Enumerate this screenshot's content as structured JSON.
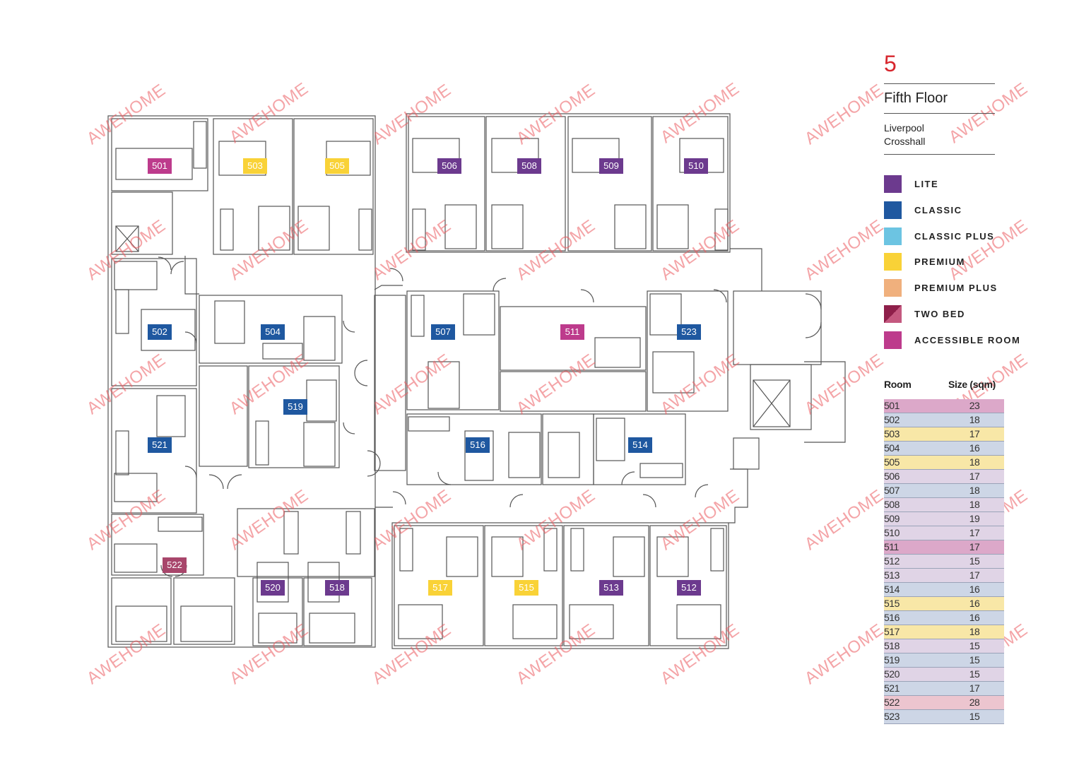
{
  "floor": {
    "number": "5",
    "name": "Fifth Floor",
    "location_line1": "Liverpool",
    "location_line2": "Crosshall"
  },
  "legend": [
    {
      "label": "LITE",
      "color": "#6c3a8e"
    },
    {
      "label": "CLASSIC",
      "color": "#1f58a0"
    },
    {
      "label": "CLASSIC PLUS",
      "color": "#6cc4e2"
    },
    {
      "label": "PREMIUM",
      "color": "#f9d237"
    },
    {
      "label": "PREMIUM PLUS",
      "color": "#f0b07d"
    },
    {
      "label": "TWO BED",
      "color": "#8e1f4a"
    },
    {
      "label": "ACCESSIBLE ROOM",
      "color": "#bd3b8c"
    }
  ],
  "table": {
    "col_room": "Room",
    "col_size": "Size (sqm)",
    "rows": [
      {
        "room": "501",
        "size": "23",
        "color": "#dca8c9"
      },
      {
        "room": "502",
        "size": "18",
        "color": "#cdd6e6"
      },
      {
        "room": "503",
        "size": "17",
        "color": "#f8e7a7"
      },
      {
        "room": "504",
        "size": "16",
        "color": "#cdd6e6"
      },
      {
        "room": "505",
        "size": "18",
        "color": "#f8e7a7"
      },
      {
        "room": "506",
        "size": "17",
        "color": "#e0d4e6"
      },
      {
        "room": "507",
        "size": "18",
        "color": "#cdd6e6"
      },
      {
        "room": "508",
        "size": "18",
        "color": "#e0d4e6"
      },
      {
        "room": "509",
        "size": "19",
        "color": "#e0d4e6"
      },
      {
        "room": "510",
        "size": "17",
        "color": "#e0d4e6"
      },
      {
        "room": "511",
        "size": "17",
        "color": "#dca8c9"
      },
      {
        "room": "512",
        "size": "15",
        "color": "#e0d4e6"
      },
      {
        "room": "513",
        "size": "17",
        "color": "#e0d4e6"
      },
      {
        "room": "514",
        "size": "16",
        "color": "#cdd6e6"
      },
      {
        "room": "515",
        "size": "16",
        "color": "#f8e7a7"
      },
      {
        "room": "516",
        "size": "16",
        "color": "#cdd6e6"
      },
      {
        "room": "517",
        "size": "18",
        "color": "#f8e7a7"
      },
      {
        "room": "518",
        "size": "15",
        "color": "#e0d4e6"
      },
      {
        "room": "519",
        "size": "15",
        "color": "#cdd6e6"
      },
      {
        "room": "520",
        "size": "15",
        "color": "#e0d4e6"
      },
      {
        "room": "521",
        "size": "17",
        "color": "#cdd6e6"
      },
      {
        "room": "522",
        "size": "28",
        "color": "#ecc5cf"
      },
      {
        "room": "523",
        "size": "15",
        "color": "#cdd6e6"
      }
    ]
  },
  "room_tags": [
    {
      "room": "501",
      "color": "#bd3b8c"
    },
    {
      "room": "503",
      "color": "#f9d237"
    },
    {
      "room": "505",
      "color": "#f9d237"
    },
    {
      "room": "506",
      "color": "#6c3a8e"
    },
    {
      "room": "508",
      "color": "#6c3a8e"
    },
    {
      "room": "509",
      "color": "#6c3a8e"
    },
    {
      "room": "510",
      "color": "#6c3a8e"
    },
    {
      "room": "502",
      "color": "#1f58a0"
    },
    {
      "room": "504",
      "color": "#1f58a0"
    },
    {
      "room": "507",
      "color": "#1f58a0"
    },
    {
      "room": "511",
      "color": "#bd3b8c"
    },
    {
      "room": "523",
      "color": "#1f58a0"
    },
    {
      "room": "519",
      "color": "#1f58a0"
    },
    {
      "room": "521",
      "color": "#1f58a0"
    },
    {
      "room": "516",
      "color": "#1f58a0"
    },
    {
      "room": "514",
      "color": "#1f58a0"
    },
    {
      "room": "522",
      "color": "#a8466b"
    },
    {
      "room": "520",
      "color": "#6c3a8e"
    },
    {
      "room": "518",
      "color": "#6c3a8e"
    },
    {
      "room": "517",
      "color": "#f9d237"
    },
    {
      "room": "515",
      "color": "#f9d237"
    },
    {
      "room": "513",
      "color": "#6c3a8e"
    },
    {
      "room": "512",
      "color": "#6c3a8e"
    }
  ],
  "watermark": "AWEHOME"
}
